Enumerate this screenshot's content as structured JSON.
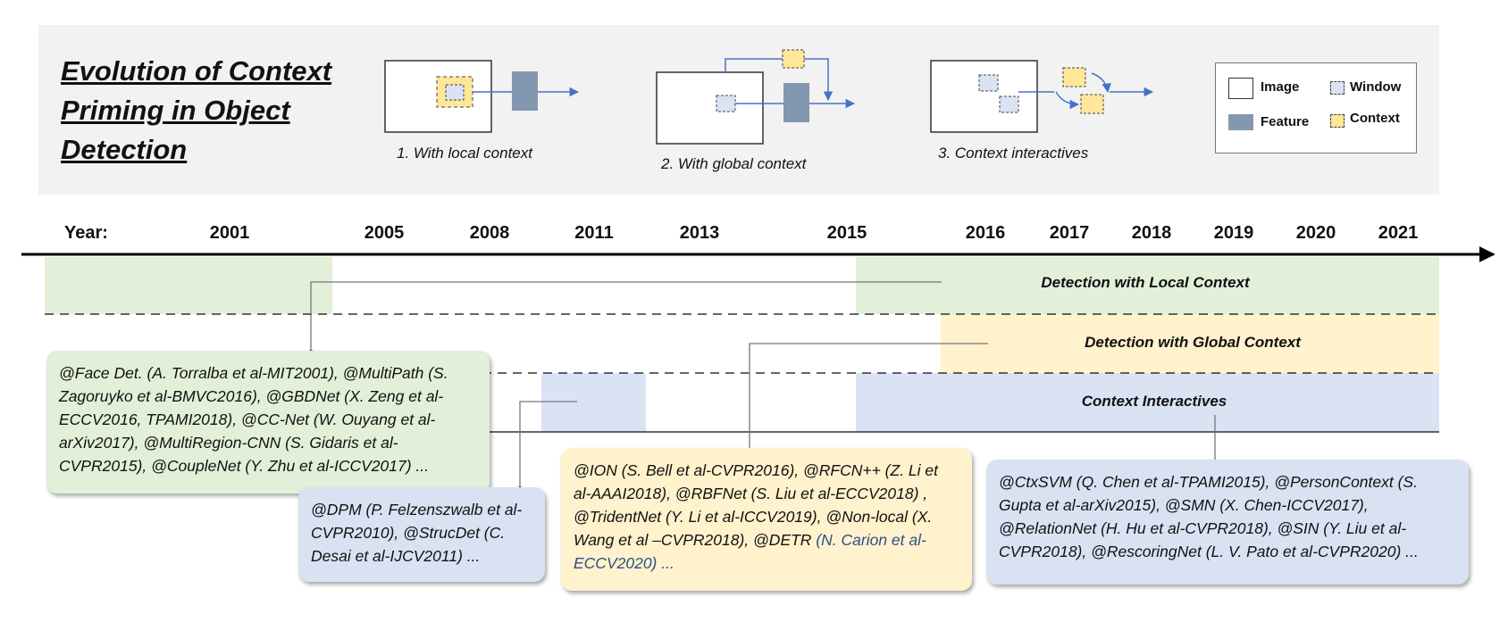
{
  "header": {
    "title": "Evolution of Context Priming in Object Detection",
    "captions": [
      "1. With local context",
      "2. With global context",
      "3. Context interactives"
    ]
  },
  "legend": {
    "items": [
      {
        "label": "Image",
        "swatch": "image"
      },
      {
        "label": "Window",
        "swatch": "window"
      },
      {
        "label": "Feature",
        "swatch": "feature"
      },
      {
        "label": "Context",
        "swatch": "context"
      }
    ]
  },
  "timeline": {
    "prefix": "Year:",
    "years": [
      "2001",
      "2005",
      "2008",
      "2011",
      "2013",
      "2015",
      "2016",
      "2017",
      "2018",
      "2019",
      "2020",
      "2021"
    ]
  },
  "bands": {
    "local": "Detection with Local Context",
    "global": "Detection with Global Context",
    "interactive": "Context Interactives"
  },
  "references": {
    "local_refs": "@Face Det. (A. Torralba et al-MIT2001), @MultiPath (S. Zagoruyko et al-BMVC2016), @GBDNet (X. Zeng et al-ECCV2016, TPAMI2018), @CC-Net (W. Ouyang et al-arXiv2017), @MultiRegion-CNN (S. Gidaris et al-CVPR2015), @CoupleNet (Y. Zhu et al-ICCV2017) ...",
    "early_refs": "@DPM (P. Felzenszwalb et al-CVPR2010), @StrucDet (C. Desai et al-IJCV2011) ...",
    "global_refs_main": "@ION (S. Bell et al-CVPR2016), @RFCN++ (Z. Li et al-AAAI2018), @RBFNet (S. Liu et al-ECCV2018) , @TridentNet (Y. Li et al-ICCV2019), @Non-local (X. Wang et al –CVPR2018), @DETR ",
    "global_refs_tail": "(N. Carion et al-ECCV2020) ...",
    "interactive_refs": "@CtxSVM (Q. Chen et al-TPAMI2015), @PersonContext (S. Gupta et al-arXiv2015), @SMN (X. Chen-ICCV2017), @RelationNet (H. Hu et al-CVPR2018), @SIN (Y. Liu et al-CVPR2018), @RescoringNet (L. V. Pato et al-CVPR2020) ..."
  },
  "colors": {
    "panel": "#f2f2f2",
    "local_band": "#e2efd9",
    "global_band": "#fff2cc",
    "interactive_band": "#dae3f3",
    "local_box": "#e2efd9",
    "global_box": "#fff2cc",
    "interactive_box": "#d9e2f3",
    "feature": "#8497b0",
    "context": "#ffe699",
    "window": "#dae3f3",
    "arrow": "#4472c4"
  }
}
